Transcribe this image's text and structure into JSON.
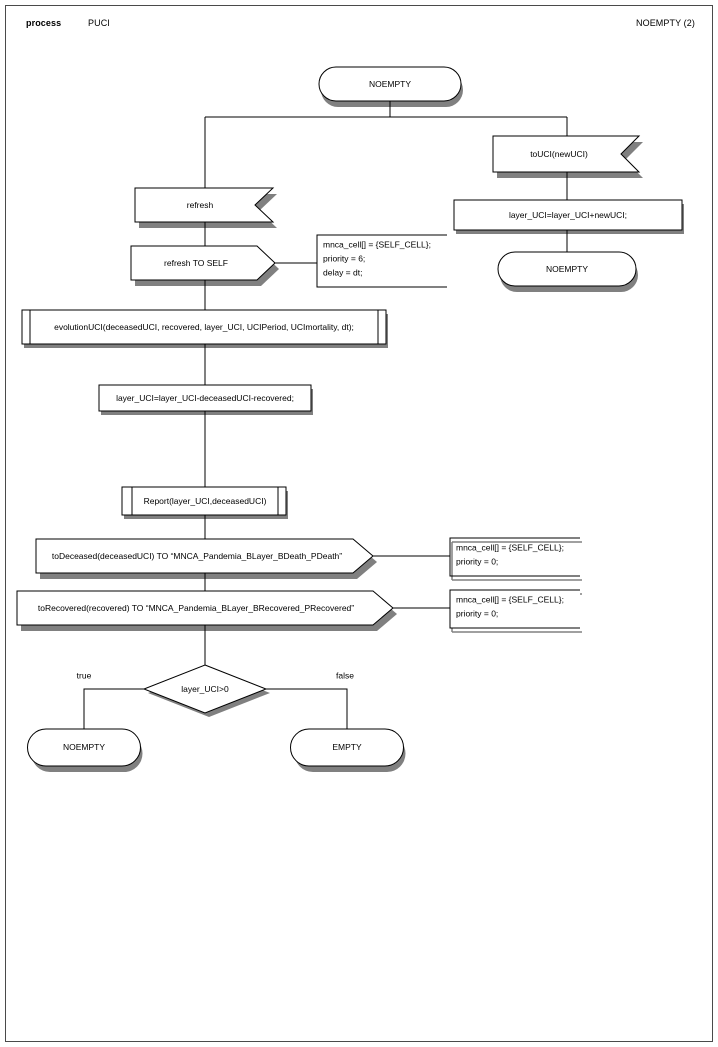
{
  "header": {
    "kind_label": "process",
    "process_name": "PUCI",
    "state_ref": "NOEMPTY (2)"
  },
  "diagram": {
    "type": "sdl-process-flowchart",
    "start_state": {
      "label": "NOEMPTY",
      "shape": "state"
    },
    "branches": {
      "left": {
        "input_signal": {
          "label": "refresh",
          "shape": "input"
        },
        "output_signal": {
          "label": "refresh TO SELF",
          "shape": "output"
        },
        "output_comment": {
          "lines": [
            "mnca_cell[] = {SELF_CELL};",
            "priority = 6;",
            "delay = dt;"
          ]
        },
        "procedure_call_1": {
          "label": "evolutionUCI(deceasedUCI, recovered, layer_UCI, UCIPeriod, UCImortality, dt);",
          "shape": "procedure"
        },
        "task_1": {
          "label": "layer_UCI=layer_UCI-deceasedUCI-recovered;",
          "shape": "task"
        },
        "procedure_call_2": {
          "label": "Report(layer_UCI,deceasedUCI)",
          "shape": "procedure"
        },
        "output_deceased": {
          "label": "toDeceased(deceasedUCI) TO “MNCA_Pandemia_BLayer_BDeath_PDeath”",
          "shape": "output"
        },
        "output_deceased_comment": {
          "lines": [
            "mnca_cell[] = {SELF_CELL};",
            "priority = 0;"
          ]
        },
        "output_recovered": {
          "label": "toRecovered(recovered) TO “MNCA_Pandemia_BLayer_BRecovered_PRecovered”",
          "shape": "output"
        },
        "output_recovered_comment": {
          "lines": [
            "mnca_cell[] = {SELF_CELL};",
            "priority = 0;"
          ]
        },
        "decision": {
          "label": "layer_UCI>0",
          "shape": "decision",
          "true_label": "true",
          "false_label": "false",
          "true_state": "NOEMPTY",
          "false_state": "EMPTY"
        }
      },
      "right": {
        "input_signal": {
          "label": "toUCI(newUCI)",
          "shape": "input"
        },
        "task": {
          "label": "layer_UCI=layer_UCI+newUCI;",
          "shape": "task"
        },
        "end_state": {
          "label": "NOEMPTY",
          "shape": "state"
        }
      }
    }
  },
  "colors": {
    "stroke": "#000000",
    "shadow": "#808080",
    "frame": "#4a4a4a",
    "background": "#ffffff"
  }
}
